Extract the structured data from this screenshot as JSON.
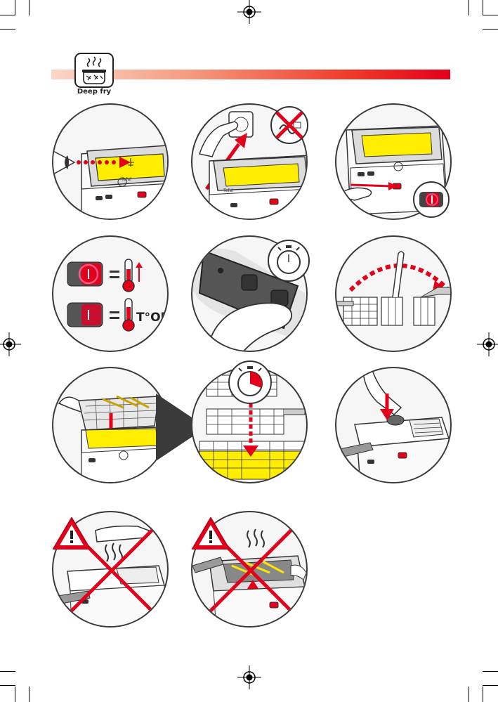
{
  "header": {
    "label": "Deep fry",
    "icon": "deep-fry-pot-icon",
    "bar_color_start": "#fbd6c8",
    "bar_color_end": "#e3001b"
  },
  "brand": {
    "name": "Tefal"
  },
  "steps": {
    "thermostat_ok": {
      "label": "T°OK"
    }
  },
  "colors": {
    "accent": "#e3001b",
    "oil": "#ffee00",
    "outline": "#3a3a3a"
  }
}
